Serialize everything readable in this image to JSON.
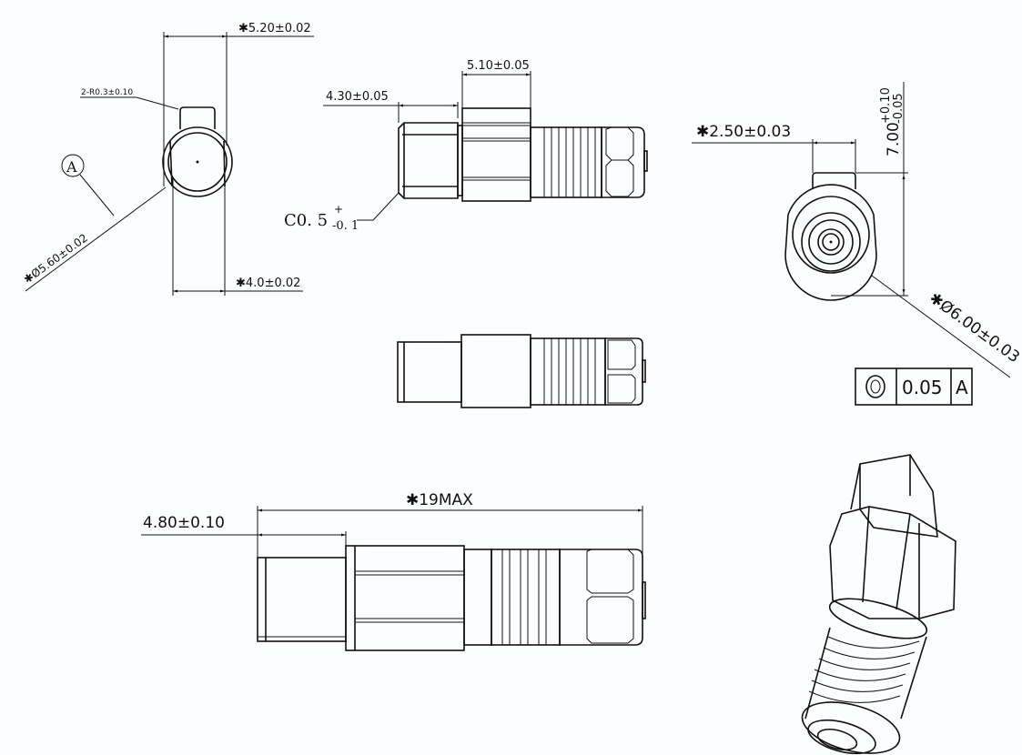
{
  "views": {
    "end_view_left": {
      "width_dim": "✱5.20±0.02",
      "flat_dim": "✱4.0±0.02",
      "radius_note": "2-R0.3±0.10",
      "datum": "A",
      "diameter_dim": "✱Ø5.60±0.02"
    },
    "side_view_top": {
      "pin_length_dim": "4.30±0.05",
      "body_length_dim": "5.10±0.05",
      "chamfer_main": "C0. 5",
      "chamfer_plus": "+",
      "chamfer_minus": "-0. 1"
    },
    "end_view_right": {
      "tab_width_dim": "✱2.50±0.03",
      "height_dim": "7.00",
      "height_tol_upper": "+0.10",
      "height_tol_lower": "-0.05",
      "diameter_dim": "✱Ø6.00±0.03"
    },
    "feature_control_frame": {
      "symbol": "concentricity",
      "tolerance": "0.05",
      "datum": "A"
    },
    "side_view_bottom": {
      "overall_length_dim": "✱19MAX",
      "pin_length_dim": "4.80±0.10"
    }
  }
}
